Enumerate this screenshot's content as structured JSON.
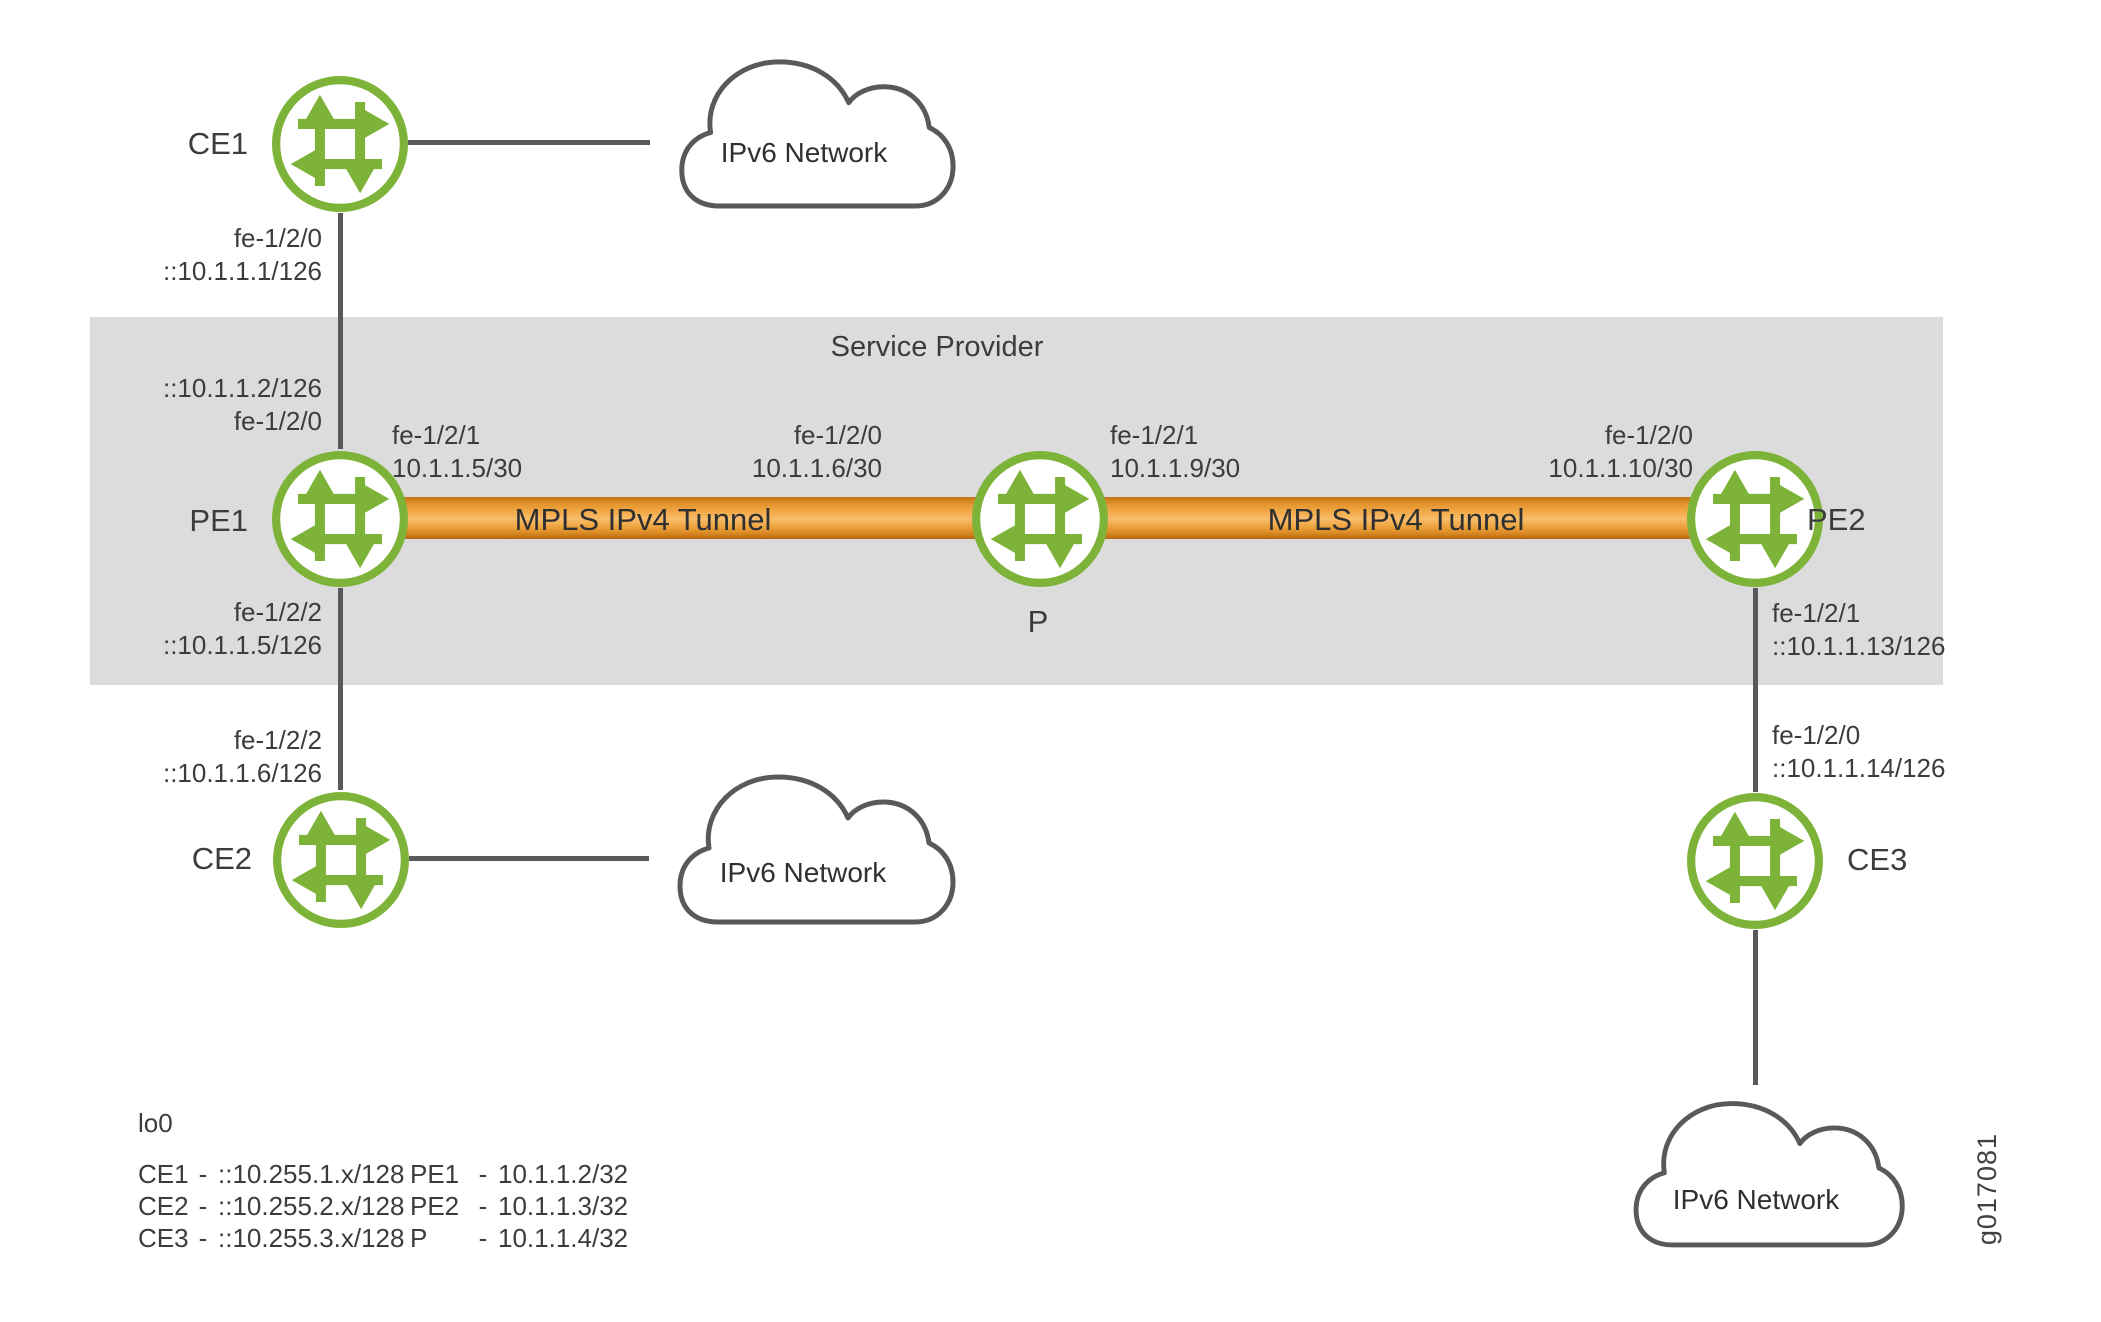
{
  "title": "Service Provider",
  "watermark": "g017081",
  "routers": [
    {
      "id": "ce1",
      "label": "CE1"
    },
    {
      "id": "pe1",
      "label": "PE1"
    },
    {
      "id": "ce2",
      "label": "CE2"
    },
    {
      "id": "p",
      "label": "P"
    },
    {
      "id": "pe2",
      "label": "PE2"
    },
    {
      "id": "ce3",
      "label": "CE3"
    }
  ],
  "clouds": [
    {
      "label": "IPv6 Network"
    },
    {
      "label": "IPv6 Network"
    },
    {
      "label": "IPv6 Network"
    }
  ],
  "tunnels": [
    {
      "label": "MPLS IPv4 Tunnel"
    },
    {
      "label": "MPLS IPv4 Tunnel"
    }
  ],
  "interfaces": [
    {
      "id": "ce1-lan",
      "line1": "fe-1/2/0",
      "line2": "::10.1.1.1/126"
    },
    {
      "id": "pe1-up",
      "line1": "::10.1.1.2/126",
      "line2": "fe-1/2/0"
    },
    {
      "id": "pe1-right",
      "line1": "fe-1/2/1",
      "line2": "10.1.1.5/30"
    },
    {
      "id": "p-left",
      "line1": "fe-1/2/0",
      "line2": "10.1.1.6/30"
    },
    {
      "id": "p-right",
      "line1": "fe-1/2/1",
      "line2": "10.1.1.9/30"
    },
    {
      "id": "pe2-left",
      "line1": "fe-1/2/0",
      "line2": "10.1.1.10/30"
    },
    {
      "id": "pe1-down",
      "line1": "fe-1/2/2",
      "line2": "::10.1.1.5/126"
    },
    {
      "id": "ce2-up",
      "line1": "fe-1/2/2",
      "line2": "::10.1.1.6/126"
    },
    {
      "id": "pe2-down",
      "line1": "fe-1/2/1",
      "line2": "::10.1.1.13/126"
    },
    {
      "id": "ce3-up",
      "line1": "fe-1/2/0",
      "line2": "::10.1.1.14/126"
    }
  ],
  "legend": {
    "title": "lo0",
    "rows_left": [
      {
        "name": "CE1",
        "sep": "-",
        "value": "::10.255.1.x/128"
      },
      {
        "name": "CE2",
        "sep": "-",
        "value": "::10.255.2.x/128"
      },
      {
        "name": "CE3",
        "sep": "-",
        "value": "::10.255.3.x/128"
      }
    ],
    "rows_right": [
      {
        "name": "PE1",
        "sep": "-",
        "value": "10.1.1.2/32"
      },
      {
        "name": "PE2",
        "sep": "-",
        "value": "10.1.1.3/32"
      },
      {
        "name": "P",
        "sep": "-",
        "value": "10.1.1.4/32"
      }
    ]
  },
  "colors": {
    "juniper_green": "#7DB338",
    "tunnel_orange": "#F0A843",
    "band_gray": "#DCDCDC",
    "line_gray": "#58595B"
  }
}
